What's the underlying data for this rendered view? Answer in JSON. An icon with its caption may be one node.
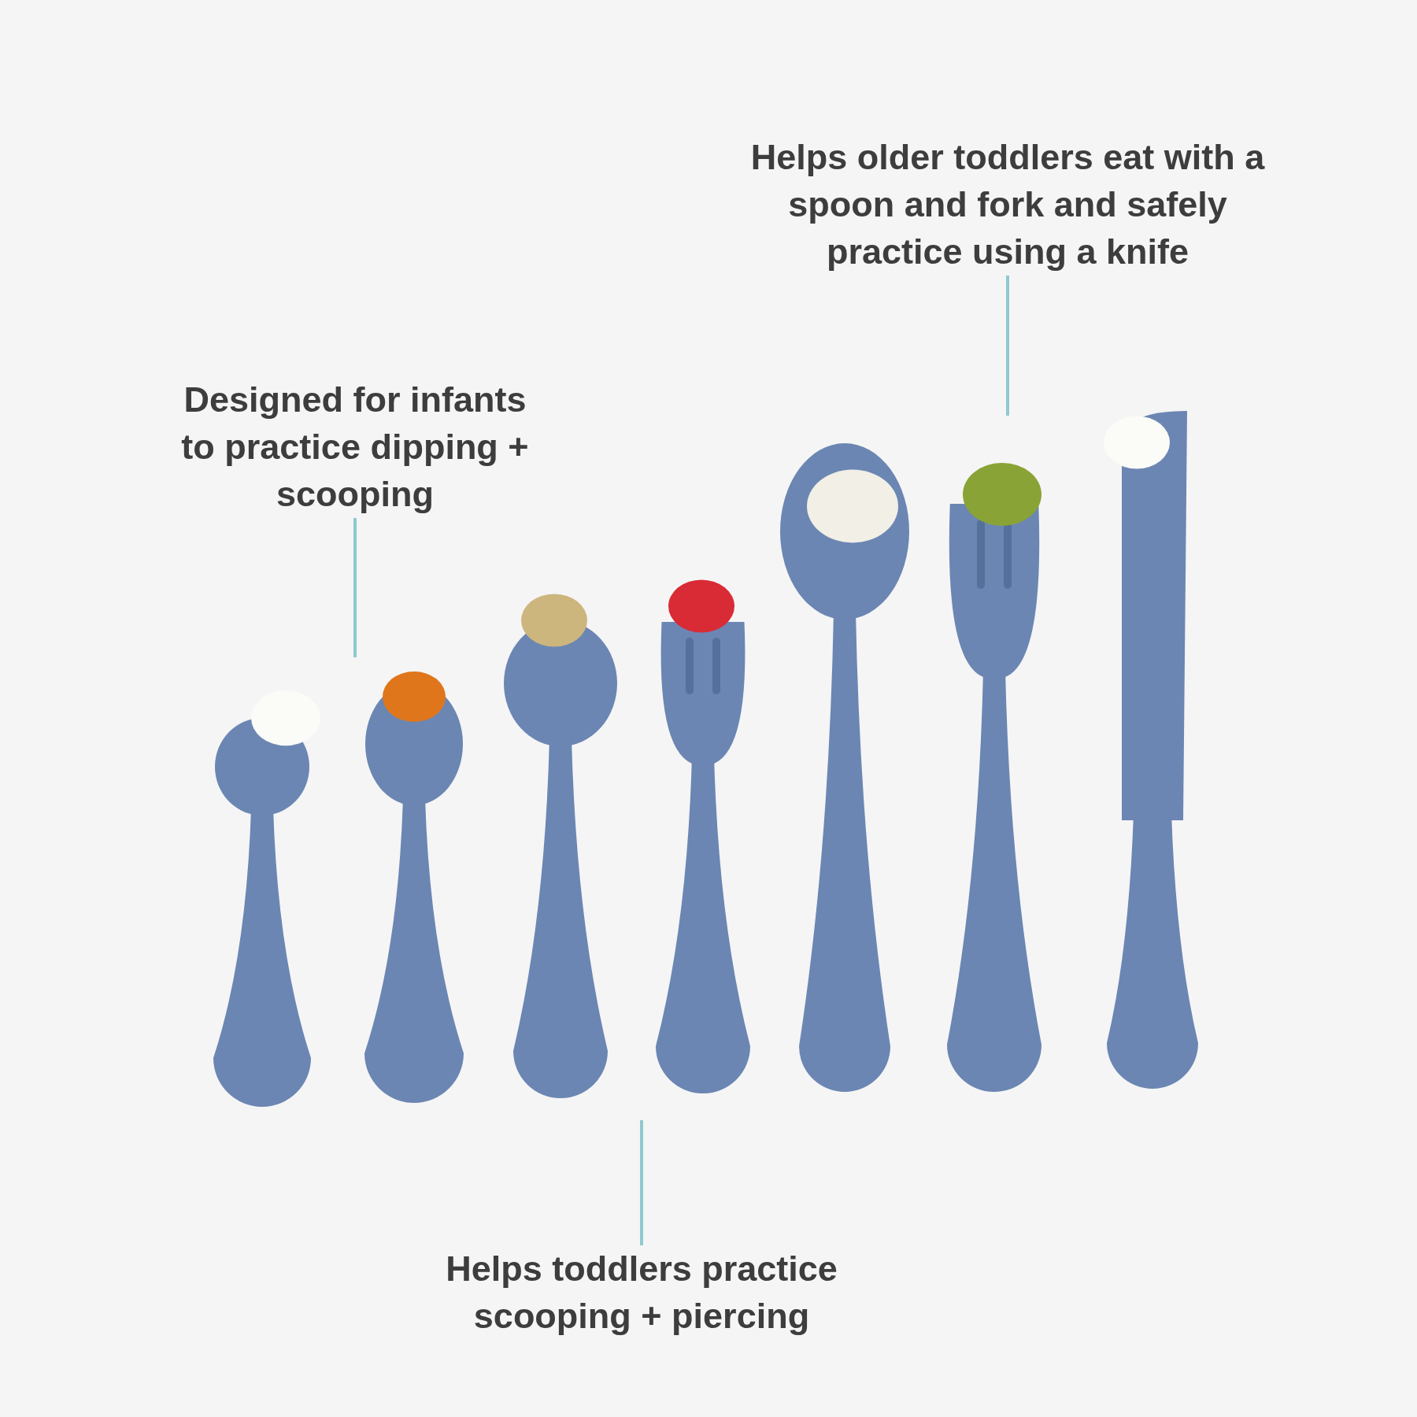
{
  "diagram": {
    "nodes": [
      {
        "text": [
          "Designed for infants to practice dipping + scooping"
        ]
      },
      {
        "text": [
          "Helps older toddlers eat with a spoon and fork and safely practice using a knife"
        ]
      },
      {
        "text": [
          "Helps toddlers practice scooping + piercing"
        ]
      }
    ],
    "edges": [
      {
        "from": 0,
        "to": null,
        "arrow": "none"
      },
      {
        "from": 1,
        "to": null,
        "arrow": "none"
      },
      {
        "from": 2,
        "to": null,
        "arrow": "none"
      }
    ]
  }
}
